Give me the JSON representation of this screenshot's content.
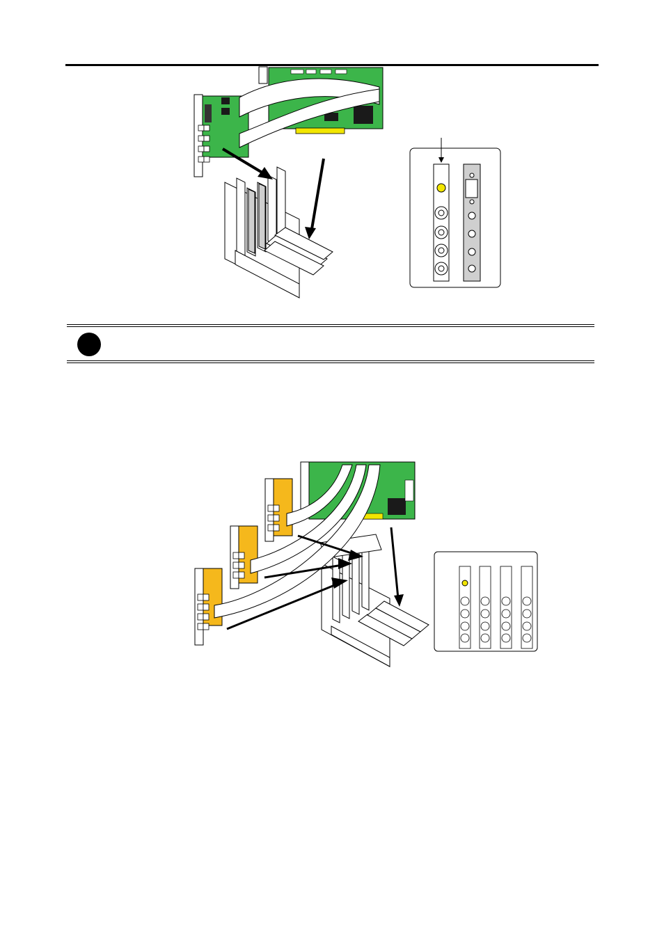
{
  "document": {
    "page_width_px": null
  },
  "figures": [
    {
      "id": "single-board-install",
      "board_color": "#3cb54a",
      "kind": "illustration"
    },
    {
      "id": "multi-board-install",
      "board_color": "#3cb54a",
      "slave_board_color": "#f5b81c",
      "kind": "illustration"
    }
  ],
  "note": {
    "icon": "note-bullet-icon",
    "text": ""
  },
  "colors": {
    "rule": "#000000",
    "green_board": "#3cb54a",
    "yellow_board": "#f5b81c",
    "connector_yellow": "#f2e600",
    "bracket_gray": "#cfcfcf"
  }
}
